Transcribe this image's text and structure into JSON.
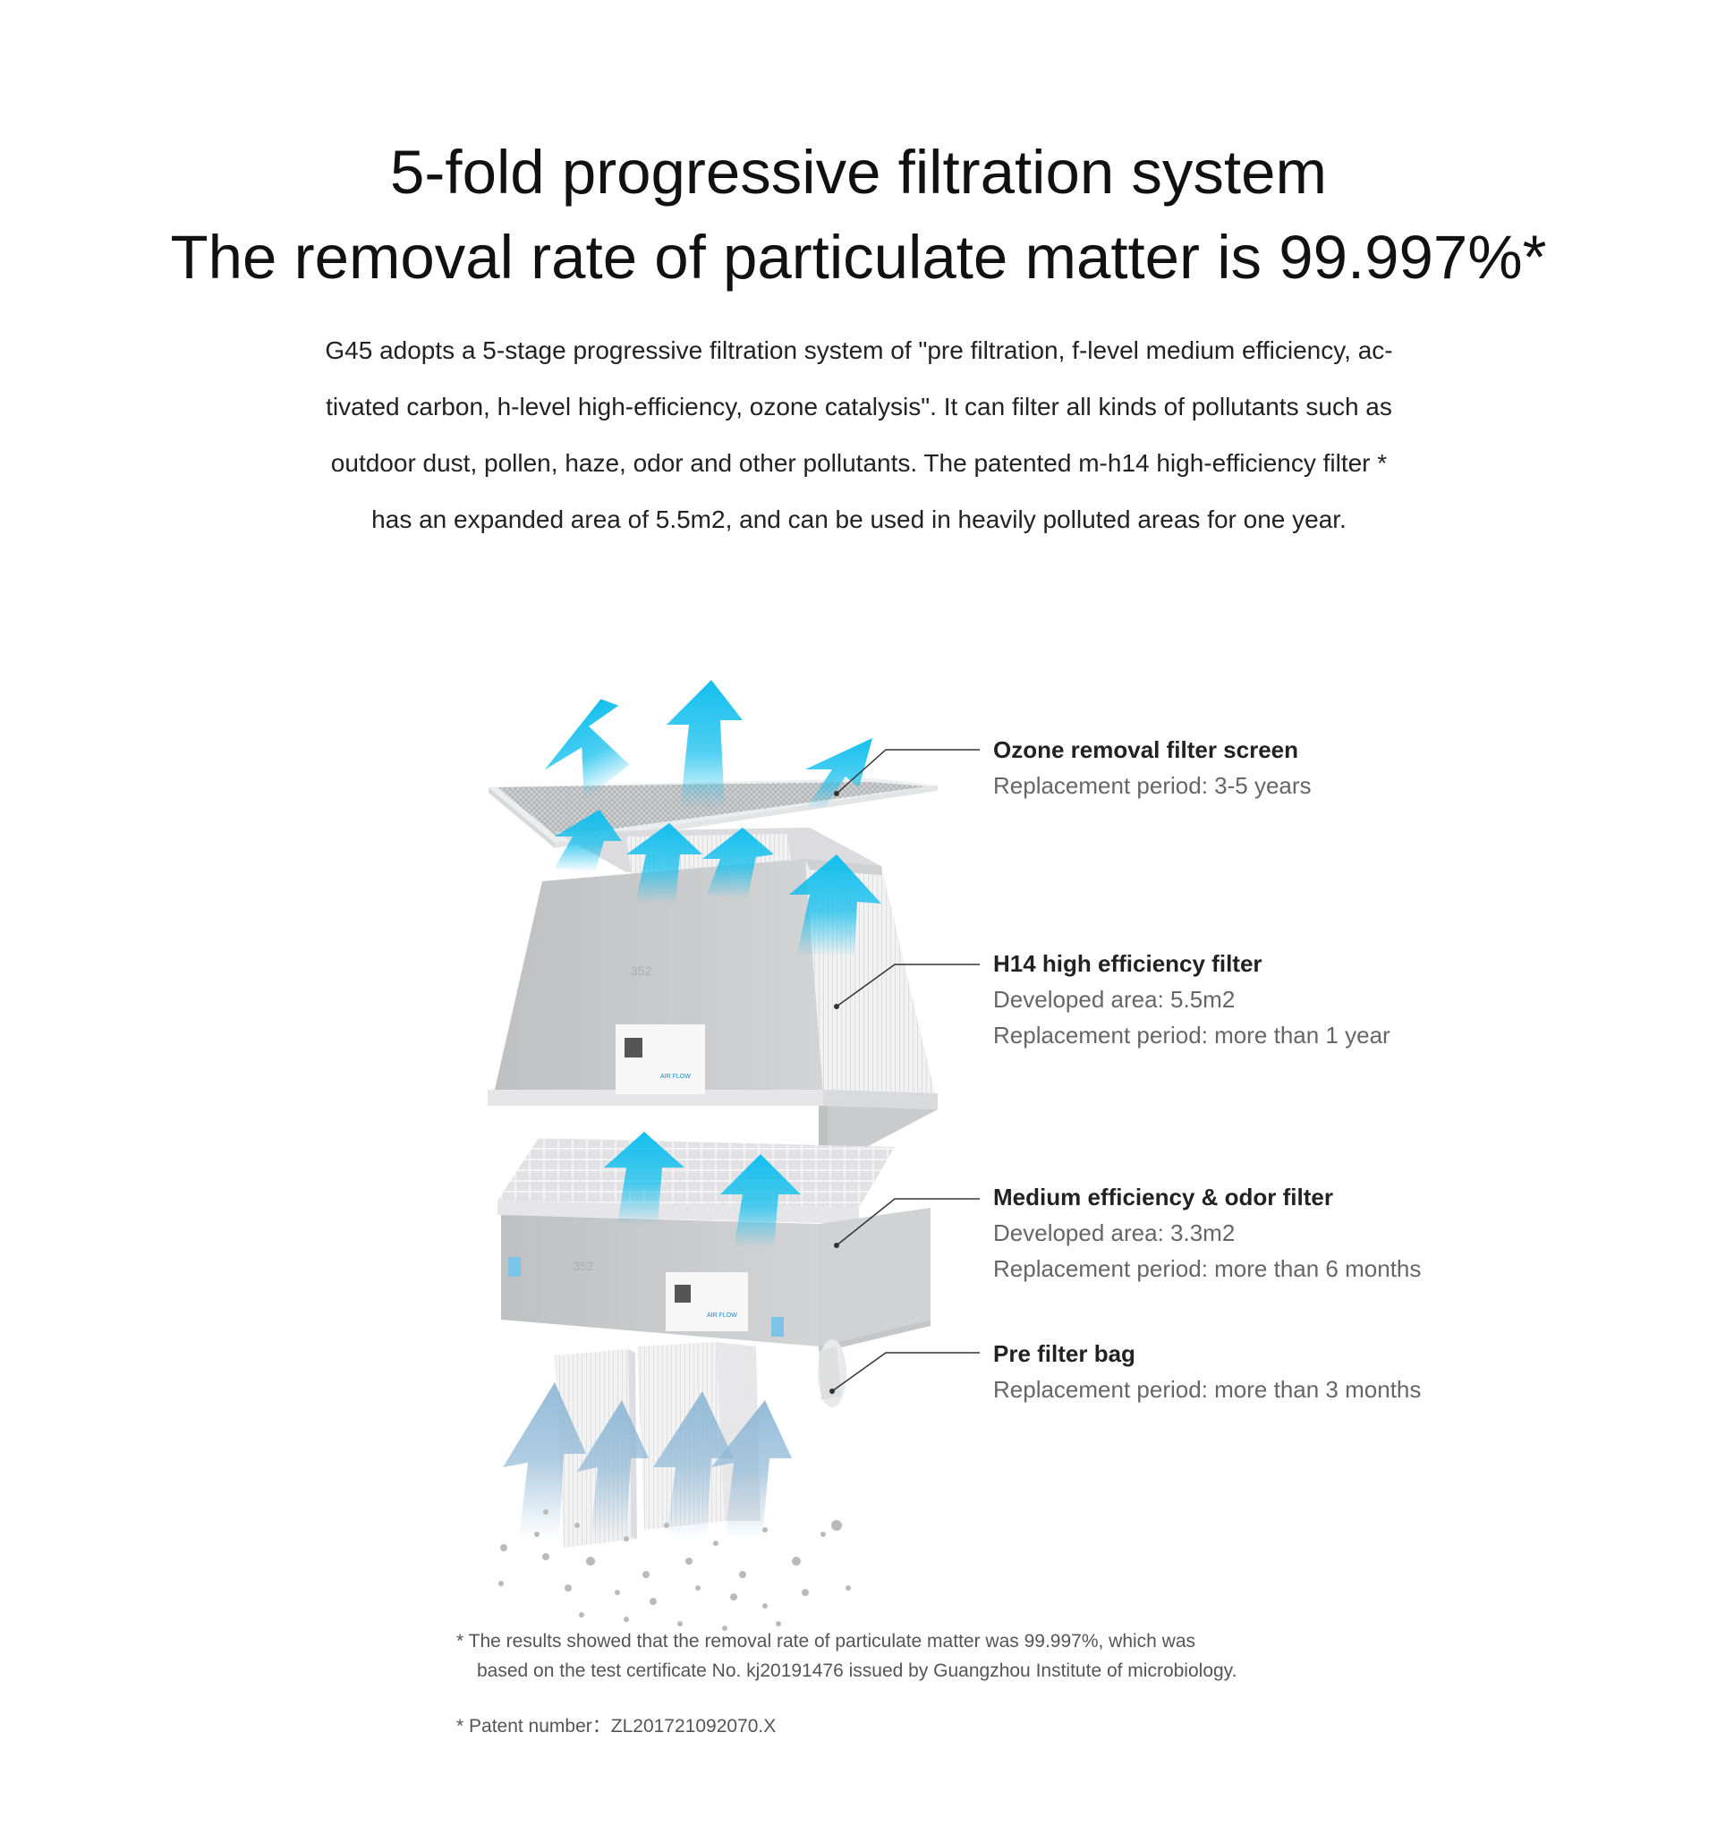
{
  "header": {
    "title_line1": "5-fold progressive filtration system",
    "title_line2": "The removal rate of particulate matter is 99.997%*"
  },
  "intro": {
    "lines": [
      "G45 adopts a 5-stage progressive filtration system of \"pre filtration, f-level medium efficiency, ac-",
      "tivated carbon, h-level high-efficiency, ozone catalysis\". It can filter all kinds of pollutants such as",
      "outdoor dust, pollen, haze, odor and other pollutants. The patented m-h14 high-efficiency filter *",
      "has an expanded area of 5.5m2, and can be used in heavily polluted areas for one year."
    ]
  },
  "product": {
    "brand_text": "352",
    "label_text": "AIR FLOW"
  },
  "callouts": [
    {
      "title": "Ozone removal filter screen",
      "lines": [
        "Replacement period: 3-5 years"
      ]
    },
    {
      "title": "H14 high efficiency filter",
      "lines": [
        "Developed area: 5.5m2",
        "Replacement period: more than 1 year"
      ]
    },
    {
      "title": "Medium efficiency & odor filter",
      "lines": [
        "Developed area: 3.3m2",
        "Replacement period: more than 6 months"
      ]
    },
    {
      "title": "Pre filter bag",
      "lines": [
        "Replacement period: more than 3 months"
      ]
    }
  ],
  "footnotes": {
    "note1_line1": "* The results showed that the removal rate of particulate matter was 99.997%, which was",
    "note1_line2": "based on the test certificate No. kj20191476 issued by Guangzhou Institute of microbiology.",
    "note2": "* Patent number：ZL201721092070.X"
  },
  "colors": {
    "arrow_blue": "#13bfee",
    "arrow_pale": "#8fb8d6",
    "filter_gray": "#c9cacc",
    "text_dark": "#222222",
    "text_gray": "#666666"
  }
}
